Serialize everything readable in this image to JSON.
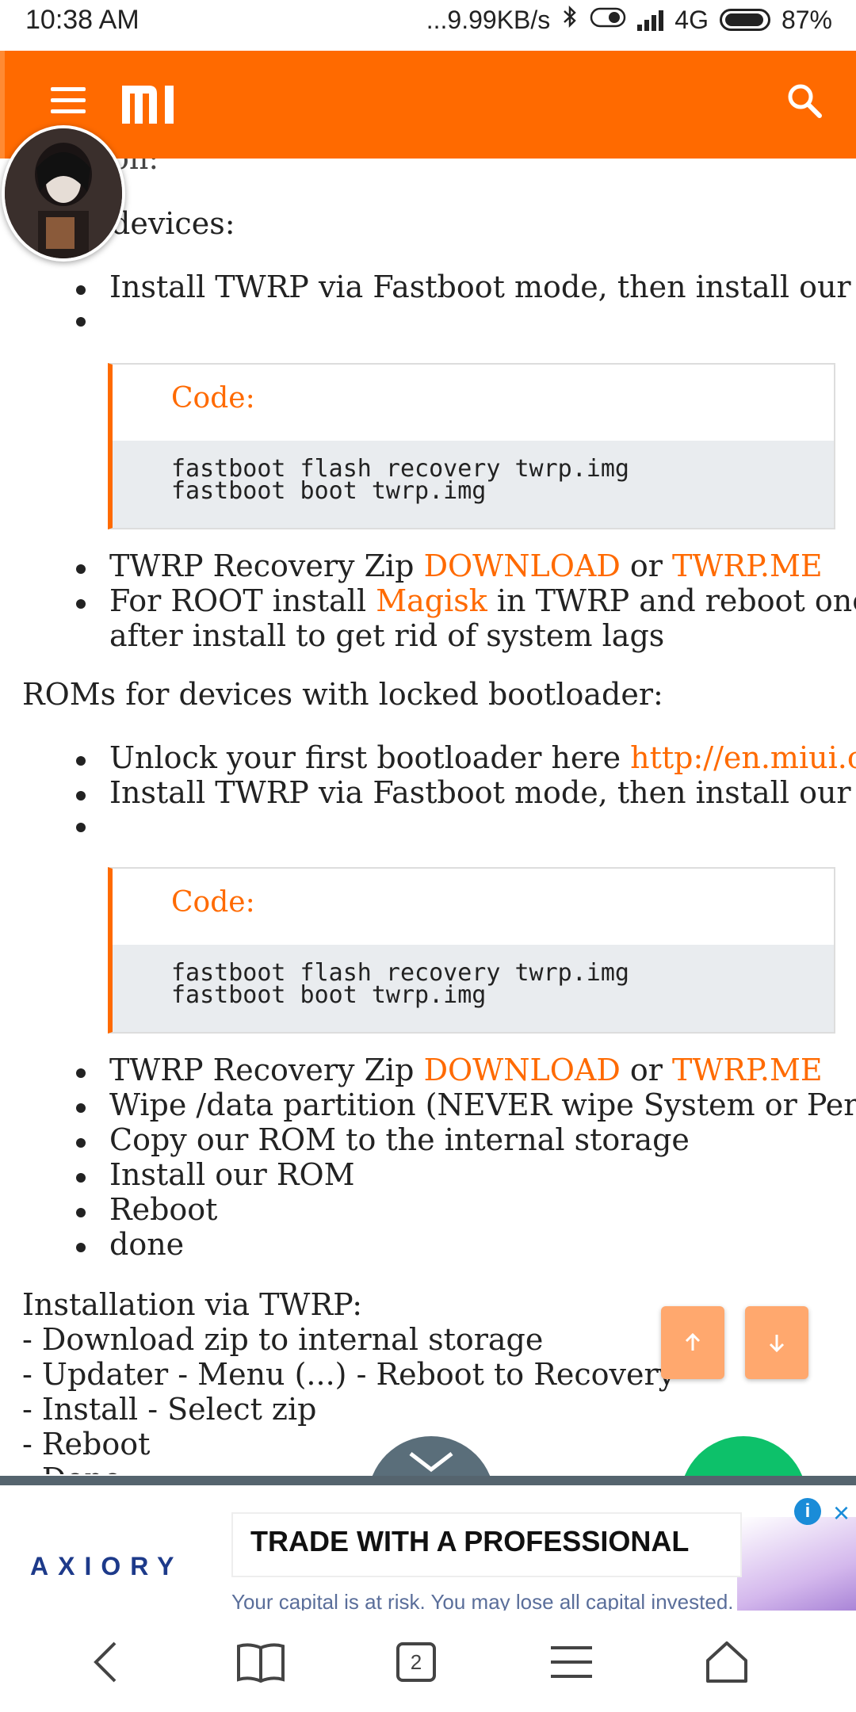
{
  "status_bar": {
    "time": "10:38 AM",
    "network_speed": "...9.99KB/s",
    "network_type": "4G",
    "battery": "87%"
  },
  "header": {
    "logo_text": "mi",
    "menu_icon": "hamburger-icon",
    "search_icon": "search-icon",
    "color": "#ff6a00"
  },
  "content": {
    "partial_top": "on:",
    "intro": "devices:",
    "section1": {
      "items": [
        "Install TWRP via Fastboot mode, then install our ROM",
        ""
      ],
      "code": {
        "label": "Code:",
        "lines": [
          "fastboot flash recovery twrp.img",
          "fastboot boot twrp.img"
        ]
      },
      "twrp": {
        "prefix": "TWRP Recovery Zip ",
        "link1": "DOWNLOAD",
        "mid": " or ",
        "link2": "TWRP.ME"
      },
      "root": {
        "prefix": "For ROOT install ",
        "link": "Magisk",
        "suffix": " in TWRP and reboot one more time",
        "line2": "after install to get rid of system lags"
      }
    },
    "locked_heading": "ROMs for devices with locked bootloader:",
    "section2": {
      "unlock": {
        "prefix": "Unlock your first bootloader here ",
        "link": "http://en.miui.com/unlock/"
      },
      "install": "Install TWRP via Fastboot mode, then install our ROM",
      "code": {
        "label": "Code:",
        "lines": [
          "fastboot flash recovery twrp.img",
          "fastboot boot twrp.img"
        ]
      },
      "twrp": {
        "prefix": "TWRP Recovery Zip ",
        "link1": "DOWNLOAD",
        "mid": " or ",
        "link2": "TWRP.ME"
      },
      "steps": [
        "Wipe /data partition (NEVER wipe System or Persist!)",
        "Copy our ROM to the internal storage",
        "Install our ROM",
        "Reboot",
        "done"
      ]
    },
    "twrp_install": {
      "heading": "Installation via TWRP:",
      "lines": [
        "- Download zip to internal storage",
        "- Updater - Menu (...) - Reboot to Recovery",
        "- Install - Select zip",
        "- Reboot",
        "- Done"
      ]
    }
  },
  "floating": {
    "scroll_up_icon": "arrow-up-icon",
    "scroll_down_icon": "arrow-down-icon"
  },
  "ad": {
    "brand": "AXIORY",
    "headline": "TRADE WITH A PROFESSIONAL",
    "disclaimer": "Your capital is at risk. You may lose all capital invested.",
    "info_icon": "i",
    "close_icon": "×"
  },
  "bottom_nav": {
    "tabs_count": "2"
  }
}
